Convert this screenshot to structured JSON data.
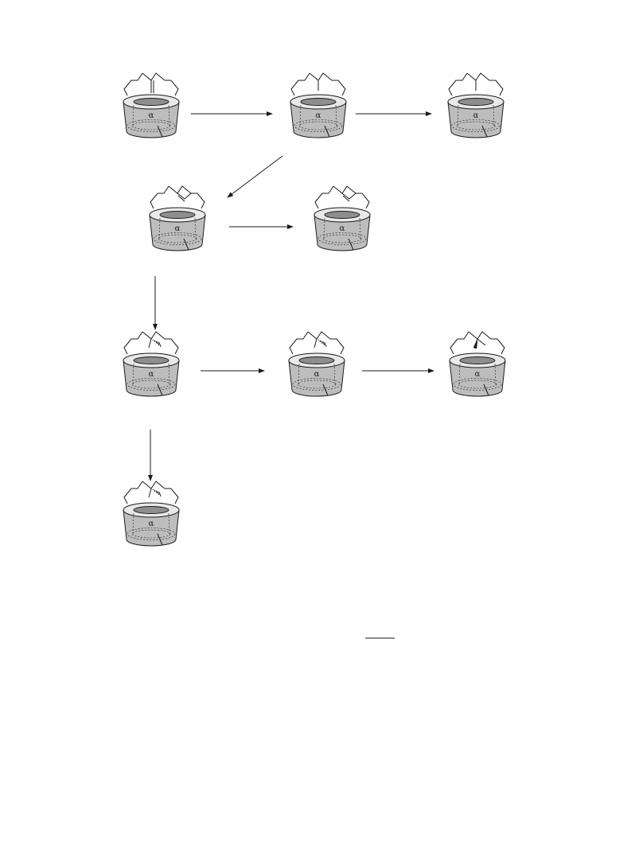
{
  "diagram": {
    "cavity_label": "α",
    "colors": {
      "cup_fill": "#bdbdbd",
      "cup_rim": "#e9e9e9",
      "cavity": "#8e8e8e",
      "ink": "#1a1a1a"
    },
    "molecules": [
      {
        "id": "m1",
        "guest": "exo-alkene"
      },
      {
        "id": "m2",
        "guest": "branched-alkyl"
      },
      {
        "id": "m3",
        "guest": "branched-alkyl"
      },
      {
        "id": "m4",
        "guest": "internal-alkene"
      },
      {
        "id": "m5",
        "guest": "internal-alkene"
      },
      {
        "id": "m6",
        "guest": "hashed-wedge-stereocenter"
      },
      {
        "id": "m7",
        "guest": "hashed-wedge-stereocenter"
      },
      {
        "id": "m8",
        "guest": "solid-wedge-stereocenter"
      },
      {
        "id": "m9",
        "guest": "hashed-wedge-stereocenter"
      }
    ],
    "arrows": [
      {
        "from": "m1",
        "to": "m2"
      },
      {
        "from": "m2",
        "to": "m3"
      },
      {
        "from": "m2",
        "to": "m4"
      },
      {
        "from": "m4",
        "to": "m5"
      },
      {
        "from": "m4",
        "to": "m6"
      },
      {
        "from": "m6",
        "to": "m7"
      },
      {
        "from": "m7",
        "to": "m8"
      },
      {
        "from": "m6",
        "to": "m9"
      }
    ]
  }
}
